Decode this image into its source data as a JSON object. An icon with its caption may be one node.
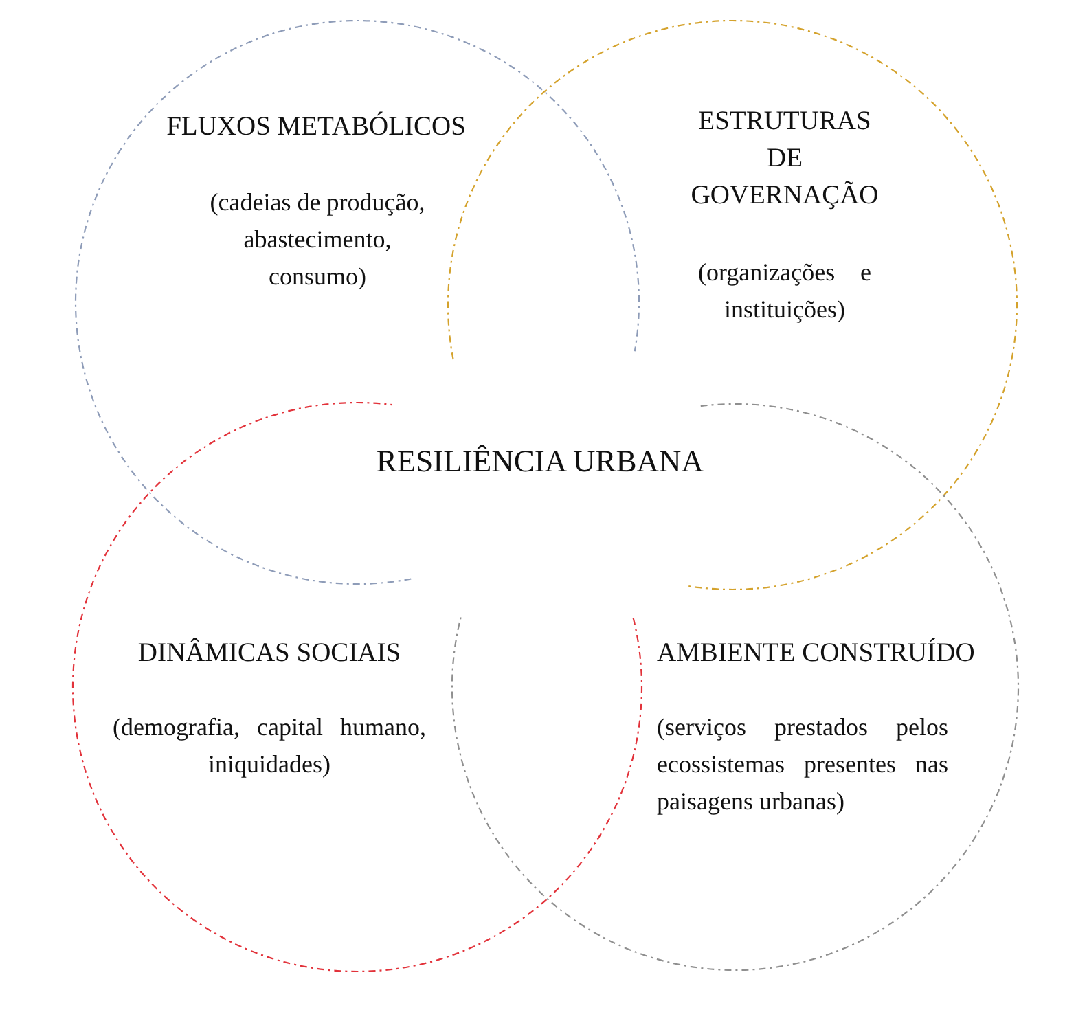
{
  "diagram": {
    "nodes": [
      {
        "text": [
          "FLUXOS METABÓLICOS",
          "(cadeias de produção, abastecimento, consumo)"
        ]
      },
      {
        "text": [
          "ESTRUTURAS DE GOVERNAÇÃO",
          "(organizações e instituições)"
        ]
      },
      {
        "text": [
          "DINÂMICAS SOCIAIS",
          "(demografia, capital humano, iniquidades)"
        ]
      },
      {
        "text": [
          "AMBIENTE CONSTRUÍDO",
          "(serviços prestados pelos ecossistemas presentes nas paisagens urbanas)"
        ]
      }
    ],
    "labels": [
      "RESILIÊNCIA URBANA"
    ]
  }
}
